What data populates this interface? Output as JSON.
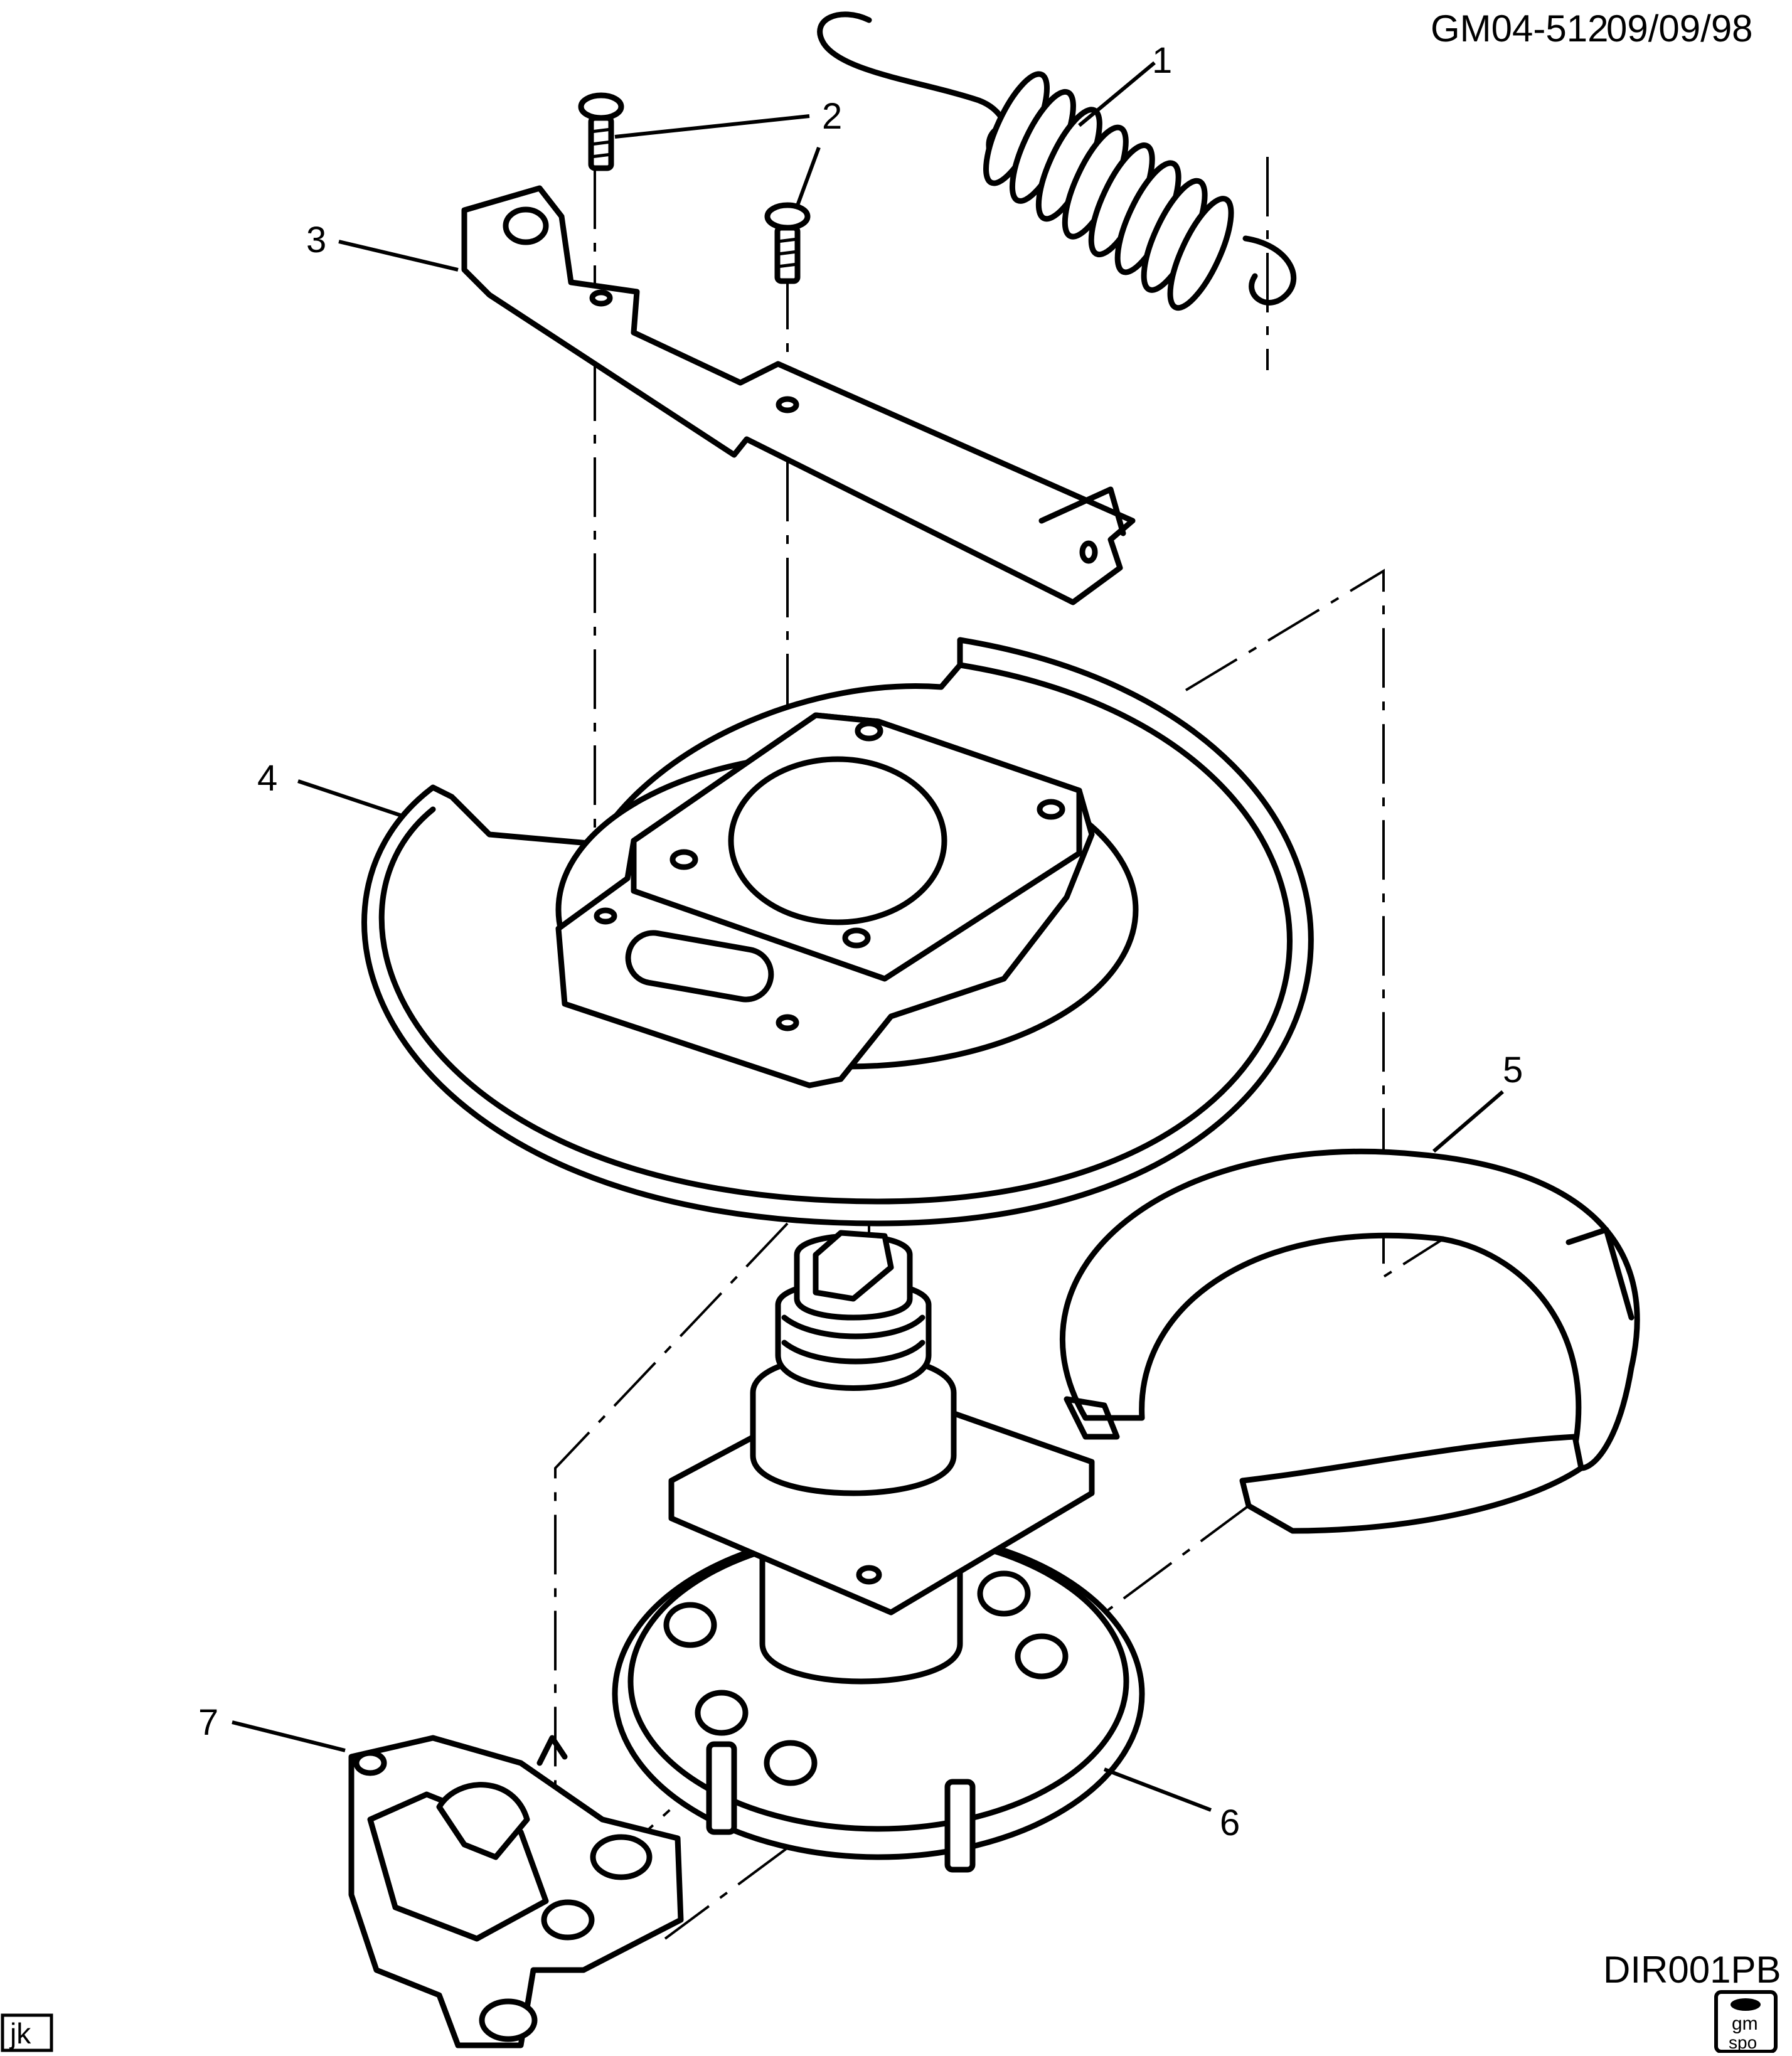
{
  "header": {
    "code": "GM04-512",
    "date": "09/09/98"
  },
  "footer": {
    "figure_id": "DIR001PB",
    "initials": "jk",
    "logo_text_top": "gm",
    "logo_text_bottom": "spo"
  },
  "callouts": [
    "1",
    "2",
    "3",
    "4",
    "5",
    "6",
    "7"
  ],
  "icons": {
    "logo": "gm-spo-logo-icon"
  }
}
